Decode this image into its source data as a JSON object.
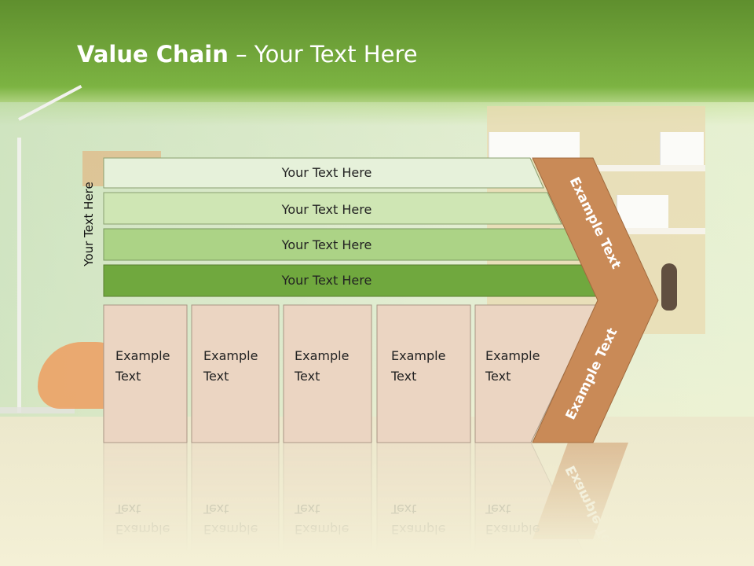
{
  "slide": {
    "title_bold": "Value Chain",
    "title_rest": " – Your Text Here",
    "side_label": "Your Text Here"
  },
  "bars": [
    {
      "label": "Your Text Here",
      "color": "#e6f1da"
    },
    {
      "label": "Your Text Here",
      "color": "#cfe6b4"
    },
    {
      "label": "Your Text Here",
      "color": "#acd386"
    },
    {
      "label": "Your Text Here",
      "color": "#70a83e"
    }
  ],
  "boxes": [
    {
      "line1": "Example",
      "line2": "Text"
    },
    {
      "line1": "Example",
      "line2": "Text"
    },
    {
      "line1": "Example",
      "line2": "Text"
    },
    {
      "line1": "Example",
      "line2": "Text"
    },
    {
      "line1": "Example",
      "line2": "Text"
    }
  ],
  "chevron": {
    "upper_label": "Example Text",
    "lower_label": "Example Text",
    "color": "#c98a57"
  },
  "colors": {
    "box_fill": "#ebd5c2",
    "header_green": "#7cb342"
  }
}
